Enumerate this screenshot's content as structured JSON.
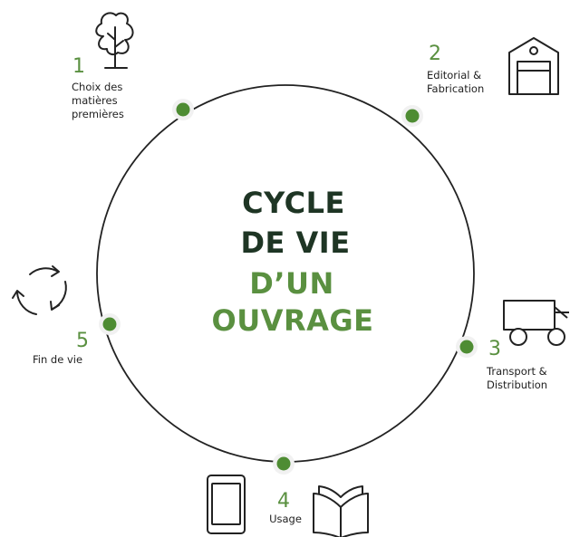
{
  "title": {
    "line1": "CYCLE",
    "line2": "DE VIE",
    "line3": "D’UN",
    "line4": "OUVRAGE"
  },
  "colors": {
    "title_dark": "#1e3524",
    "accent_green": "#5a9040",
    "circle_stroke": "#222222",
    "icon_stroke": "#222222"
  },
  "stages": [
    {
      "number": "1",
      "label": "Choix des\nmatières\npremières",
      "icon": "tree-icon"
    },
    {
      "number": "2",
      "label": "Editorial &\nFabrication",
      "icon": "warehouse-icon"
    },
    {
      "number": "3",
      "label": "Transport &\nDistribution",
      "icon": "truck-icon"
    },
    {
      "number": "4",
      "label": "Usage",
      "icon": [
        "smartphone-icon",
        "open-book-icon"
      ]
    },
    {
      "number": "5",
      "label": "Fin de vie",
      "icon": "recycle-icon"
    }
  ]
}
